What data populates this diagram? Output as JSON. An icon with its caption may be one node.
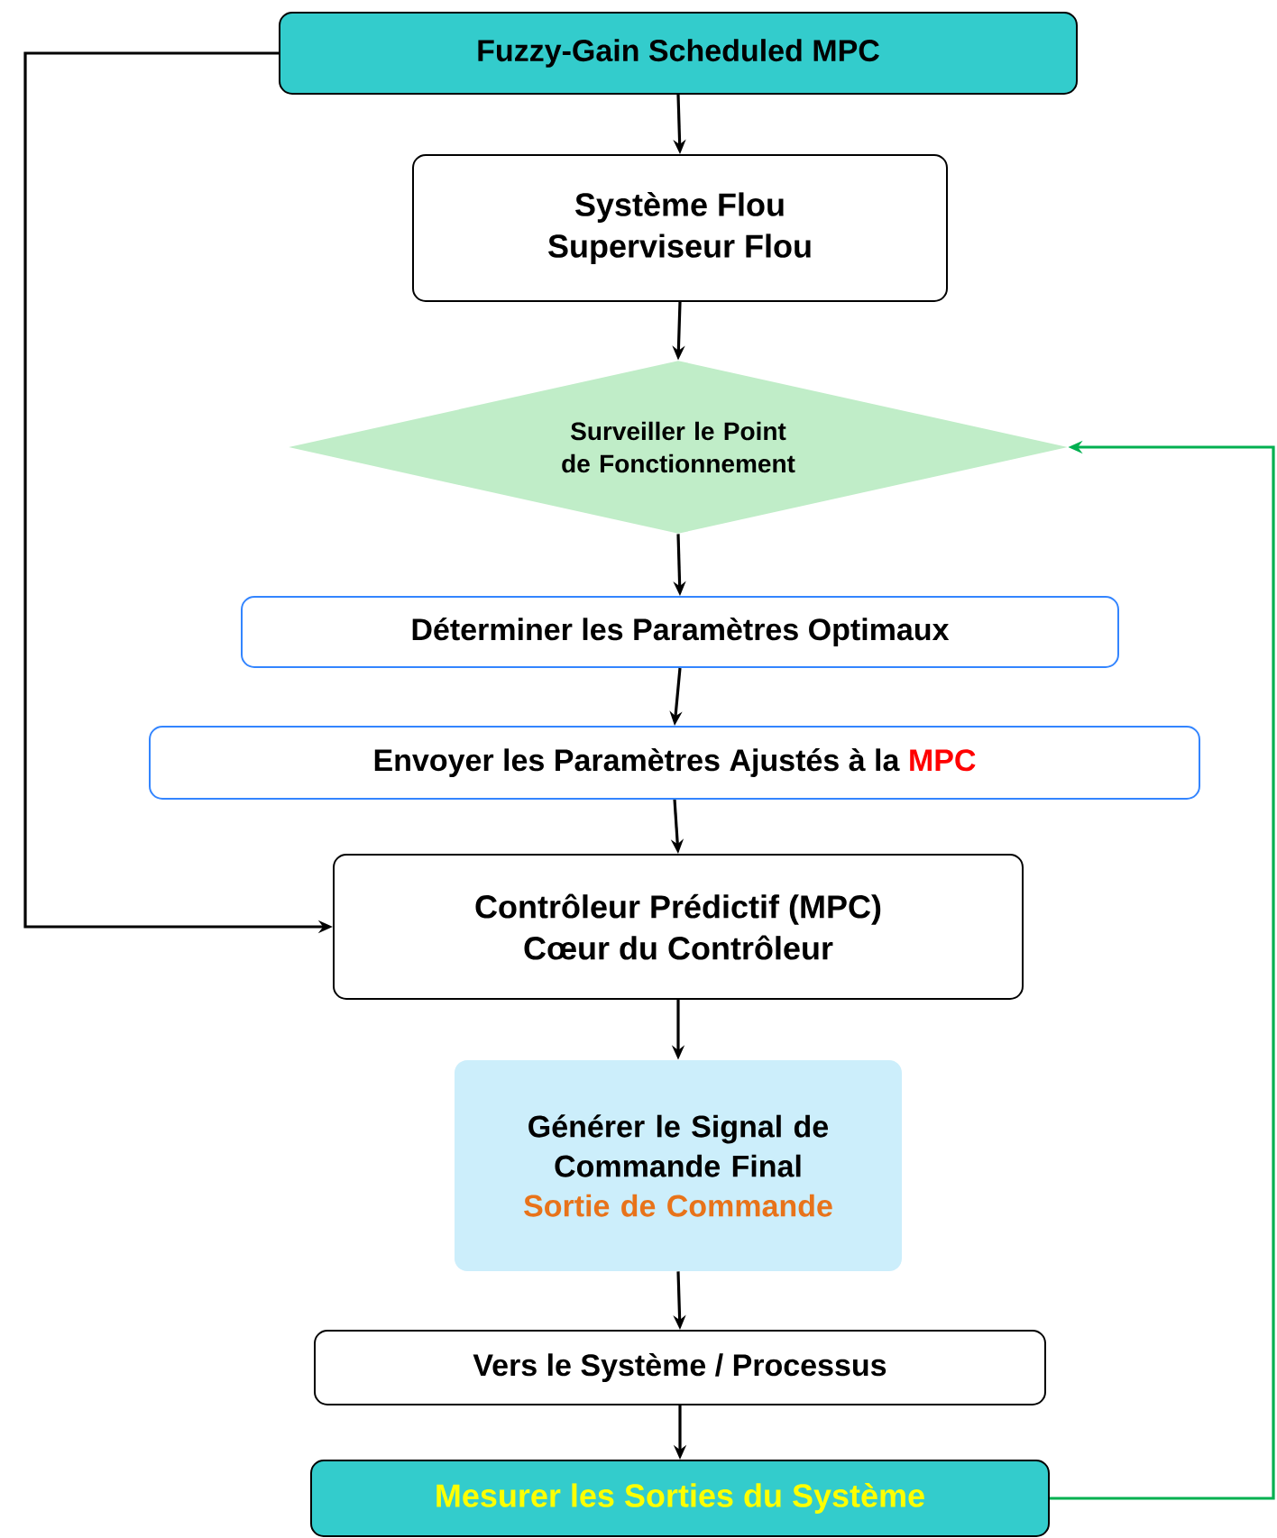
{
  "diagram": {
    "nodes": [
      {
        "text": [
          "Fuzzy-Gain Scheduled MPC"
        ]
      },
      {
        "text": [
          "Système Flou",
          "Superviseur Flou"
        ]
      },
      {
        "text": [
          "Surveiller le Point de Fonctionnement"
        ]
      },
      {
        "text": [
          "Déterminer les Paramètres Optimaux"
        ]
      },
      {
        "text": [
          "Envoyer les Paramètres Ajustés à la",
          "MPC"
        ]
      },
      {
        "text": [
          "Contrôleur Prédictif (MPC)",
          "Cœur du Contrôleur"
        ]
      },
      {
        "text": [
          "Générer le Signal de Commande Final",
          "Sortie de Commande"
        ]
      },
      {
        "text": [
          "Vers le Système / Processus"
        ]
      },
      {
        "text": [
          "Mesurer les Sorties du Système"
        ]
      }
    ],
    "edges": [
      {
        "from": 0,
        "to": 1,
        "arrow": "to"
      },
      {
        "from": 1,
        "to": 2,
        "arrow": "to"
      },
      {
        "from": 2,
        "to": 3,
        "arrow": "to"
      },
      {
        "from": 3,
        "to": 4,
        "arrow": "to"
      },
      {
        "from": 4,
        "to": 5,
        "arrow": "to"
      },
      {
        "from": 5,
        "to": 6,
        "arrow": "to"
      },
      {
        "from": 6,
        "to": 7,
        "arrow": "to"
      },
      {
        "from": 7,
        "to": 8,
        "arrow": "to"
      },
      {
        "from": 0,
        "to": 5,
        "arrow": "to"
      },
      {
        "from": 8,
        "to": 2,
        "arrow": "to",
        "color": "#00b050"
      }
    ]
  }
}
